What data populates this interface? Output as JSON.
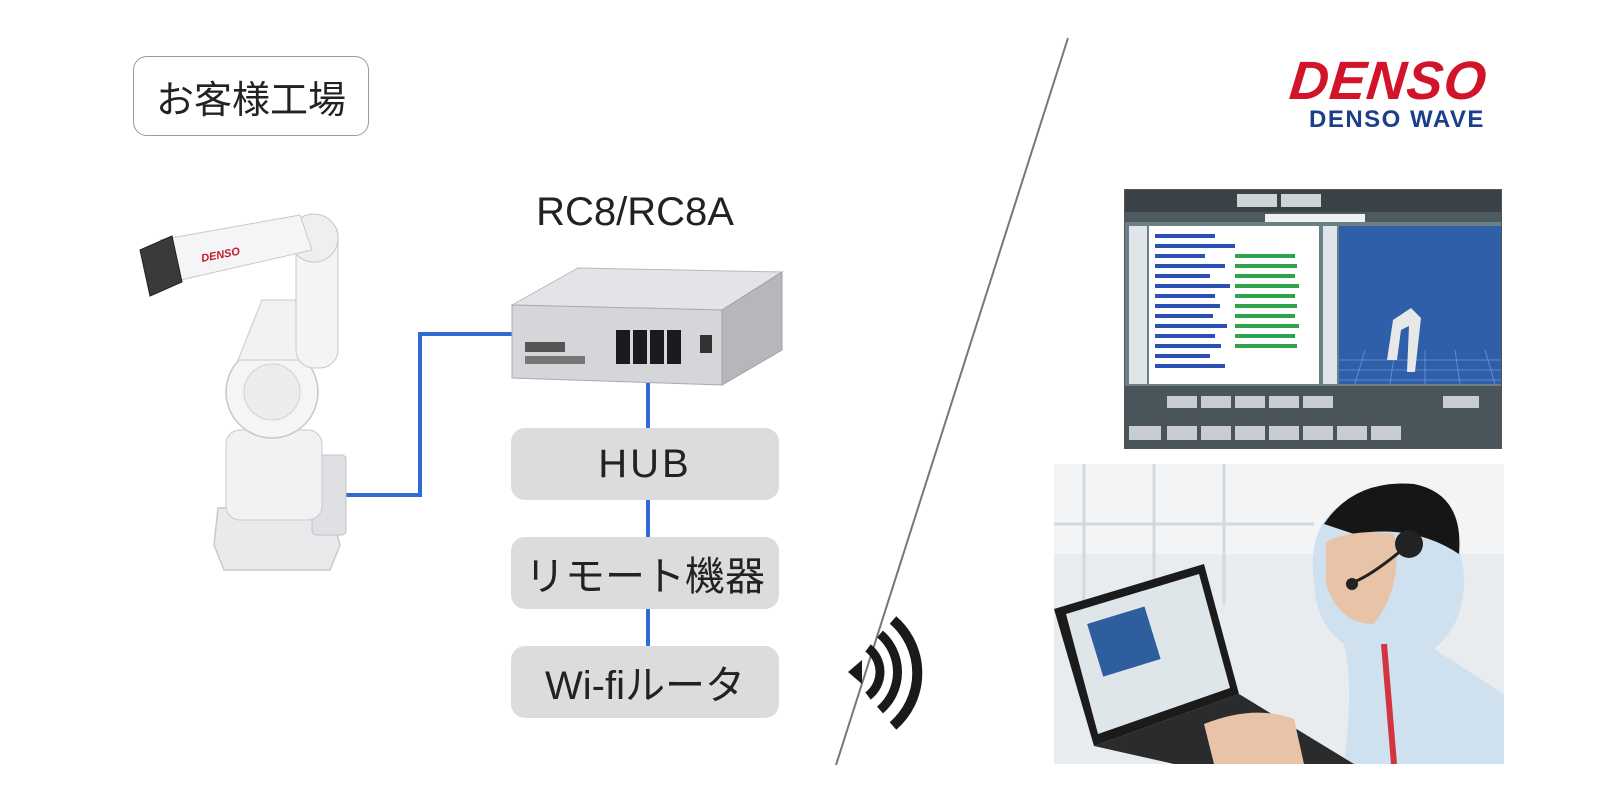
{
  "location_label": "お客様工場",
  "controller": {
    "name": "RC8/RC8A"
  },
  "network_chain": [
    {
      "label": "HUB"
    },
    {
      "label": "リモート機器"
    },
    {
      "label": "Wi-fiルータ"
    }
  ],
  "brand": {
    "main": "DENSO",
    "sub": "DENSO WAVE"
  },
  "colors": {
    "connection_line": "#2f6bd0",
    "pill_bg": "#dcdcde",
    "brand_red": "#d2142a",
    "brand_blue": "#1c3f8a"
  },
  "icons": [
    "wifi-signal-icon"
  ]
}
